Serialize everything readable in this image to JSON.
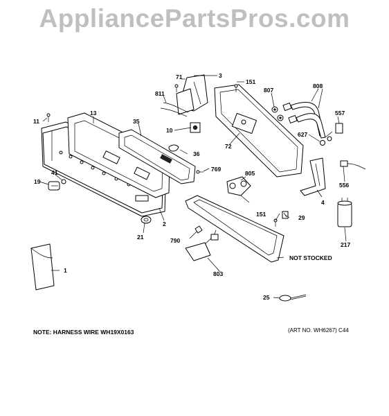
{
  "watermark": "AppliancePartsPros.com",
  "callouts": {
    "c71": "71",
    "c3": "3",
    "c151a": "151",
    "c807": "807",
    "c808": "808",
    "c811": "811",
    "c13": "13",
    "c11": "11",
    "c35": "35",
    "c10": "10",
    "c557": "557",
    "c627": "627",
    "c72": "72",
    "c36": "36",
    "c769": "769",
    "c805": "805",
    "c41": "41",
    "c19": "19",
    "c556": "556",
    "c4": "4",
    "c2": "2",
    "c151b": "151",
    "c29": "29",
    "c21": "21",
    "c790": "790",
    "c217": "217",
    "c1": "1",
    "c803": "803",
    "c25": "25"
  },
  "not_stocked": "NOT STOCKED",
  "note": "NOTE: HARNESS WIRE WH19X0163",
  "art_no": "(ART NO. WH6267) C44"
}
